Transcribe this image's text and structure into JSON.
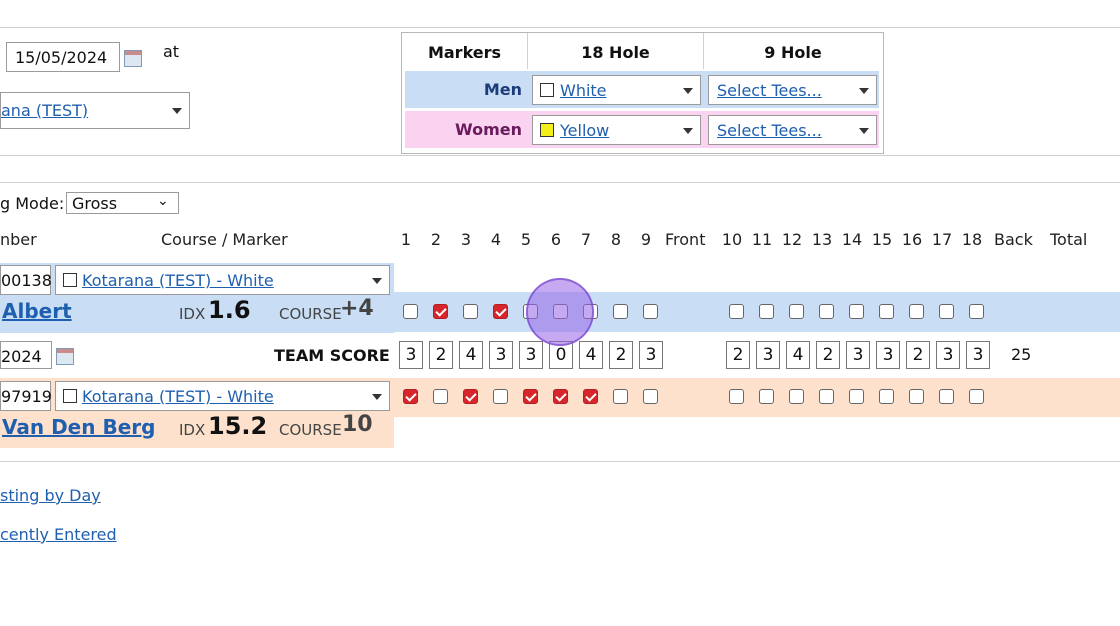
{
  "top": {
    "date": "15/05/2024",
    "at_label": "at",
    "course_select": "ana (TEST)"
  },
  "markers_table": {
    "headers": [
      "Markers",
      "18 Hole",
      "9 Hole"
    ],
    "men": {
      "label": "Men",
      "hole18": "White",
      "hole9": "Select Tees..."
    },
    "women": {
      "label": "Women",
      "hole18": "Yellow",
      "hole9": "Select Tees..."
    }
  },
  "scoring": {
    "mode_label": "g Mode:",
    "mode_value": "Gross"
  },
  "columns": {
    "member": "nber",
    "course_marker": "Course / Marker",
    "holes_front": [
      "1",
      "2",
      "3",
      "4",
      "5",
      "6",
      "7",
      "8",
      "9"
    ],
    "front": "Front",
    "holes_back": [
      "10",
      "11",
      "12",
      "13",
      "14",
      "15",
      "16",
      "17",
      "18"
    ],
    "back": "Back",
    "total": "Total"
  },
  "player1": {
    "id": "00138",
    "course": "Kotarana (TEST) - White",
    "name": "Albert",
    "idx_label": "IDX",
    "idx": "1.6",
    "course_label": "COURSE",
    "course_hcp": "+4",
    "checks_front": [
      false,
      true,
      false,
      true,
      false,
      false,
      false,
      false,
      false
    ],
    "checks_back": [
      false,
      false,
      false,
      false,
      false,
      false,
      false,
      false,
      false
    ]
  },
  "team": {
    "date": "2024",
    "label": "TEAM SCORE",
    "front": [
      "3",
      "2",
      "4",
      "3",
      "3",
      "0",
      "4",
      "2",
      "3"
    ],
    "back": [
      "2",
      "3",
      "4",
      "2",
      "3",
      "3",
      "2",
      "3",
      "3"
    ],
    "back_total": "25"
  },
  "player2": {
    "id": "97919",
    "course": "Kotarana (TEST) - White",
    "name": "Van Den Berg",
    "idx_label": "IDX",
    "idx": "15.2",
    "course_label": "COURSE",
    "course_hcp": "10",
    "checks_front": [
      true,
      false,
      true,
      false,
      true,
      true,
      true,
      false,
      false
    ],
    "checks_back": [
      false,
      false,
      false,
      false,
      false,
      false,
      false,
      false,
      false
    ]
  },
  "links": {
    "by_day": "sting by Day",
    "recent": "cently Entered"
  },
  "colors": {
    "men_bg": "#c9def5",
    "women_bg": "#f9d3ef",
    "p1_bg": "#c9def5",
    "p2_bg": "#fde1cc",
    "check_red": "#d7262b",
    "link_blue": "#1f5fb0"
  }
}
